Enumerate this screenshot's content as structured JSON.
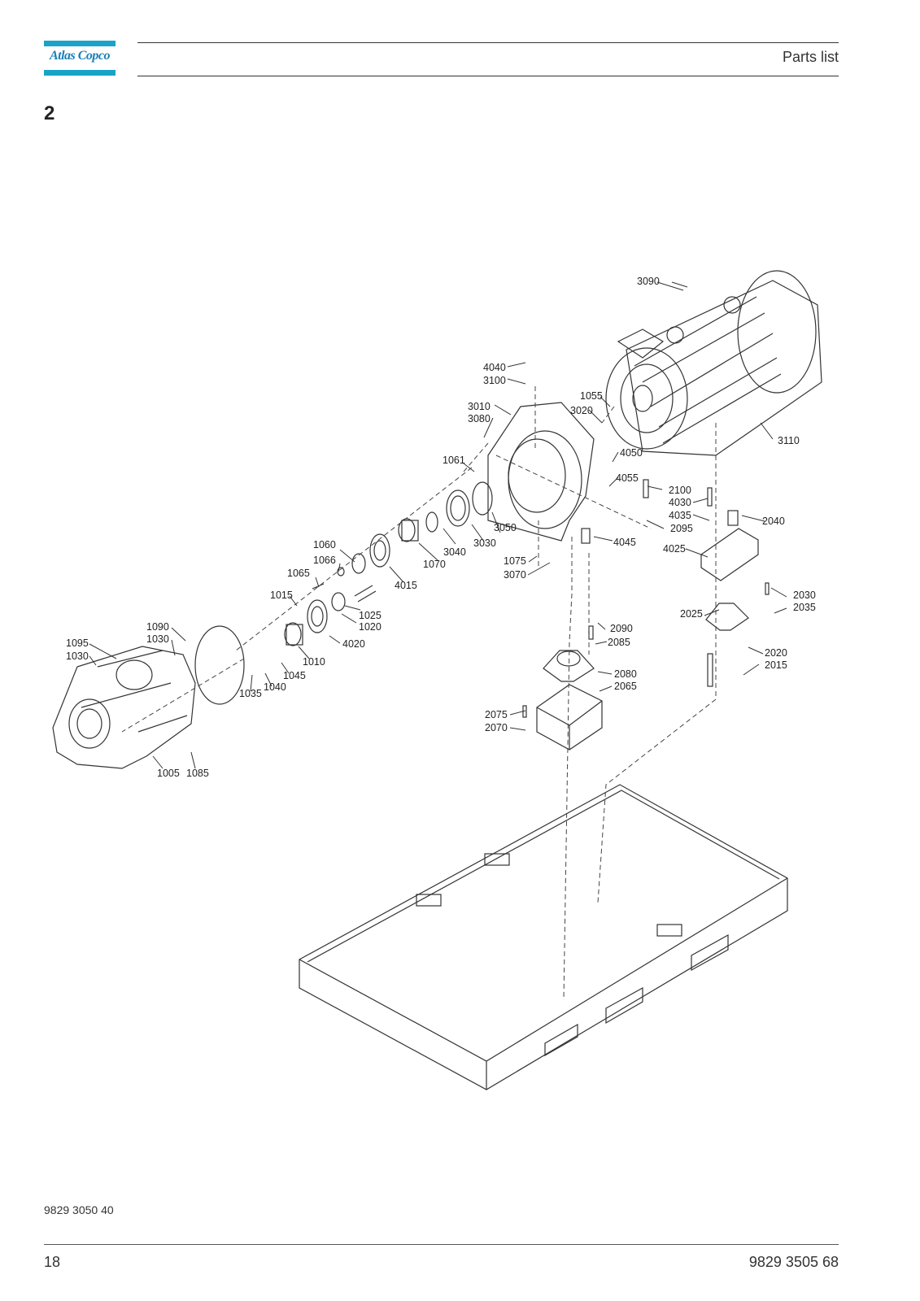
{
  "header": {
    "logo_text": "Atlas Copco",
    "title": "Parts list"
  },
  "section_number": "2",
  "diagram": {
    "callouts": [
      "3090",
      "4040",
      "3100",
      "1055",
      "3020",
      "3010",
      "3080",
      "3110",
      "1061",
      "4050",
      "4055",
      "2100",
      "4030",
      "4035",
      "2040",
      "2095",
      "3050",
      "3040",
      "3030",
      "1070",
      "4045",
      "4025",
      "1060",
      "1066",
      "1075",
      "3070",
      "1065",
      "4015",
      "1015",
      "1025",
      "1020",
      "2030",
      "2035",
      "2025",
      "1090",
      "1030",
      "2090",
      "2085",
      "1095",
      "1030",
      "4020",
      "1010",
      "1045",
      "1040",
      "1035",
      "2080",
      "2065",
      "2020",
      "2015",
      "2075",
      "2070",
      "1005",
      "1085"
    ]
  },
  "footer": {
    "doc_code": "9829 3050 40",
    "page_number": "18",
    "manual_number": "9829 3505 68"
  }
}
